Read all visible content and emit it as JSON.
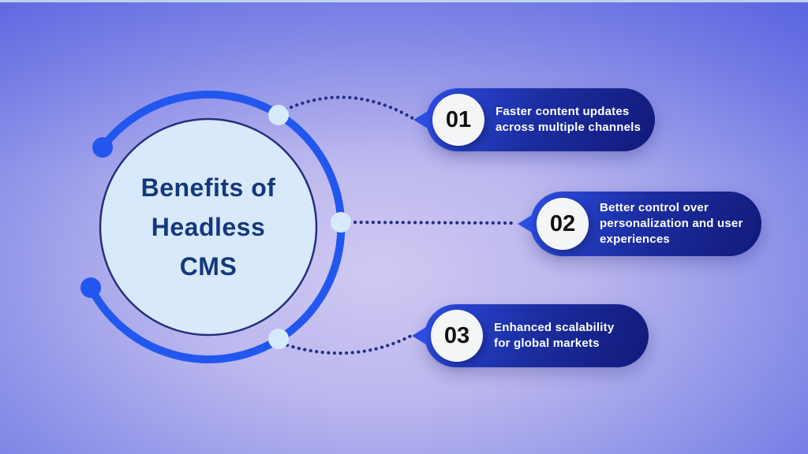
{
  "center": {
    "title_lines": [
      "Benefits of",
      "Headless",
      "CMS"
    ]
  },
  "items": [
    {
      "number": "01",
      "lines": [
        "Faster content updates",
        "across multiple channels",
        ""
      ]
    },
    {
      "number": "02",
      "lines": [
        "Better control over",
        "personalization and user",
        "experiences"
      ]
    },
    {
      "number": "03",
      "lines": [
        "Enhanced scalability",
        "for global markets",
        ""
      ]
    }
  ],
  "colors": {
    "background_center": "#cfc9f2",
    "background_edge": "#5c67e1",
    "ring_blue": "#2257ef",
    "pill_gradient_start": "#2c4de2",
    "pill_gradient_end": "#121a7a",
    "center_circle_fill": "#d9e9fc",
    "center_circle_border": "#252f7e",
    "title_text": "#14387d",
    "connector_dots": "#232e86",
    "node_dot_fill": "#d6eafb",
    "badge_bg": "#f4f5f7",
    "badge_text": "#101010",
    "pill_text": "#ffffff"
  }
}
